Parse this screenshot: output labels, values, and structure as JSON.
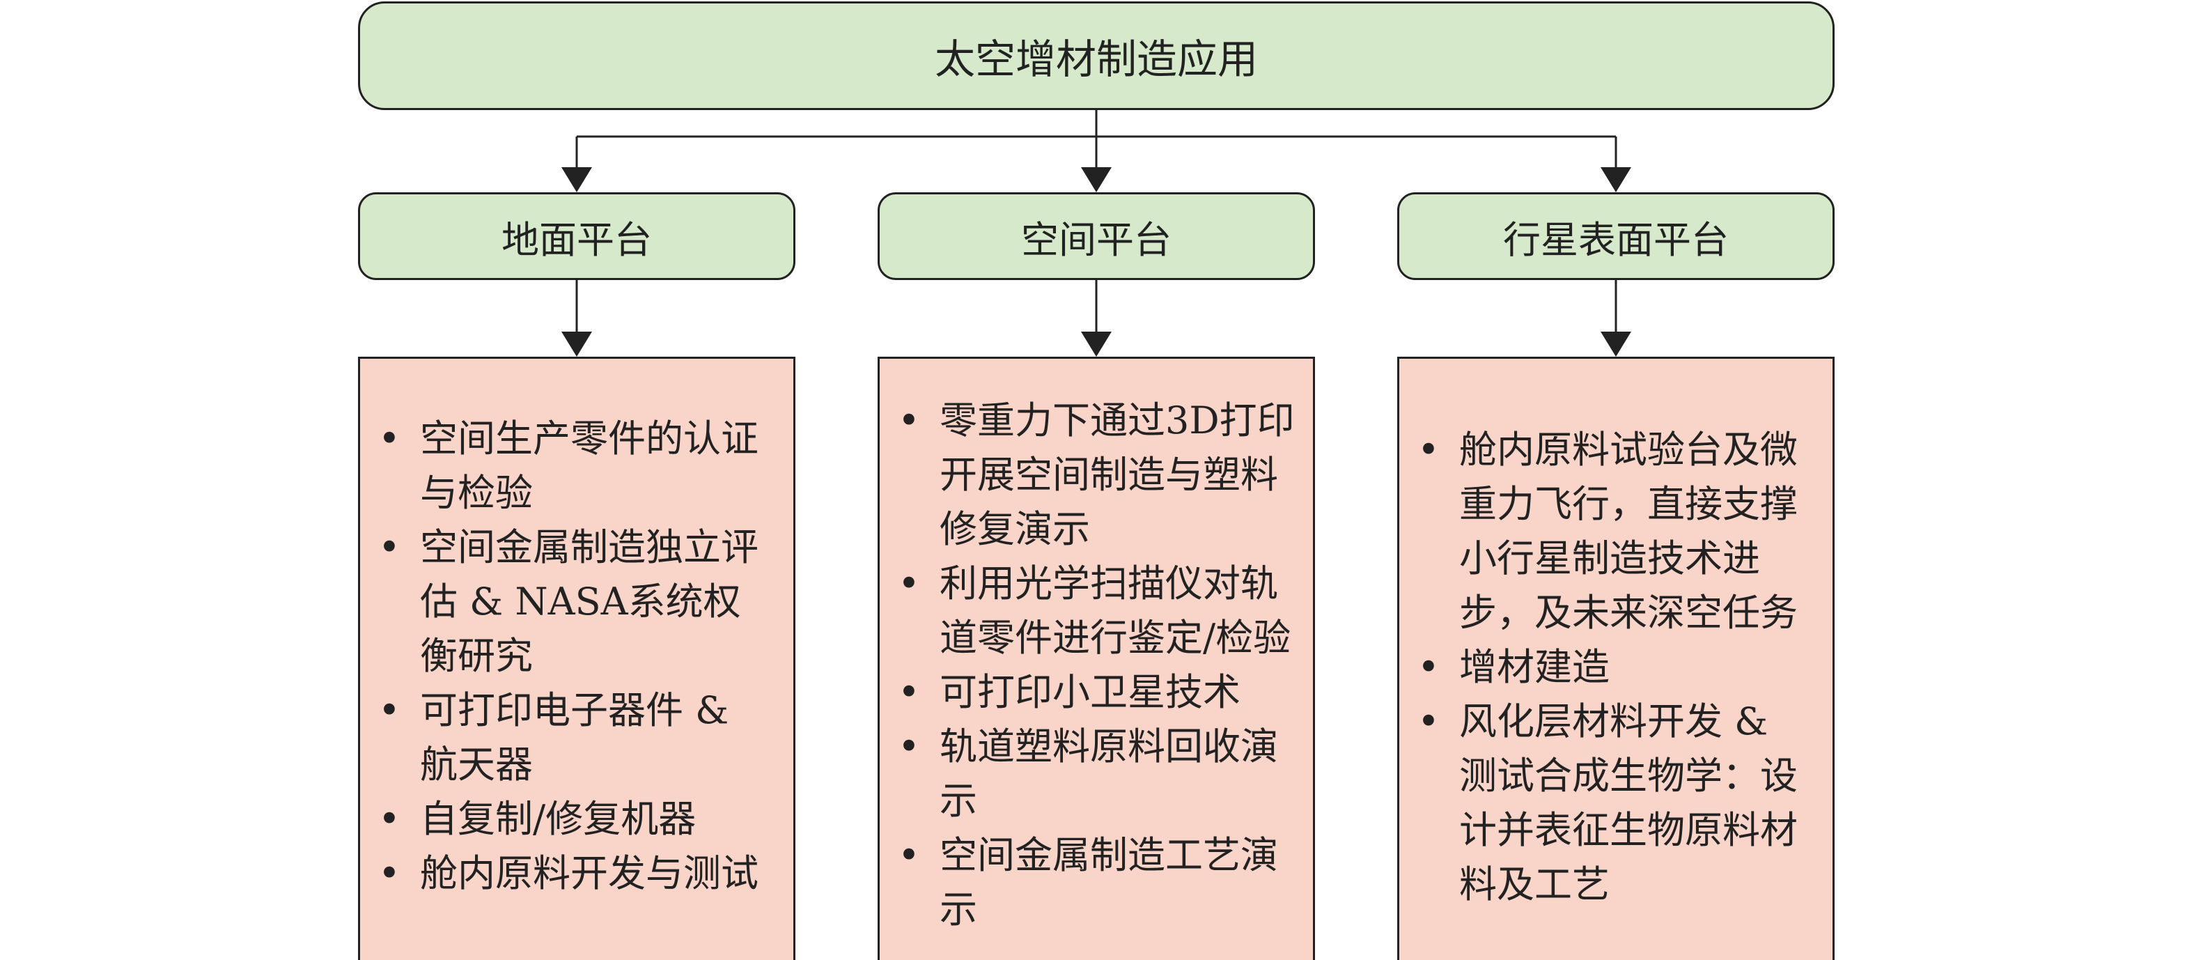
{
  "root": {
    "label": "太空增材制造应用"
  },
  "platforms": [
    {
      "label": "地面平台",
      "items": [
        "空间生产零件的认证与检验",
        "空间金属制造独立评估 & NASA系统权衡研究",
        "可打印电子器件 & 航天器",
        "自复制/修复机器",
        "舱内原料开发与测试"
      ]
    },
    {
      "label": "空间平台",
      "items": [
        "零重力下通过3D打印开展空间制造与塑料修复演示",
        "利用光学扫描仪对轨道零件进行鉴定/检验",
        "可打印小卫星技术",
        "轨道塑料原料回收演示",
        "空间金属制造工艺演示"
      ]
    },
    {
      "label": "行星表面平台",
      "items": [
        "舱内原料试验台及微重力飞行，直接支撑小行星制造技术进步，及未来深空任务",
        "增材建造",
        "风化层材料开发 & 测试合成生物学：设计并表征生物原料材料及工艺"
      ]
    }
  ],
  "colors": {
    "green_fill": "#d6eacb",
    "pink_fill": "#f9d4c9",
    "line": "#222222"
  }
}
